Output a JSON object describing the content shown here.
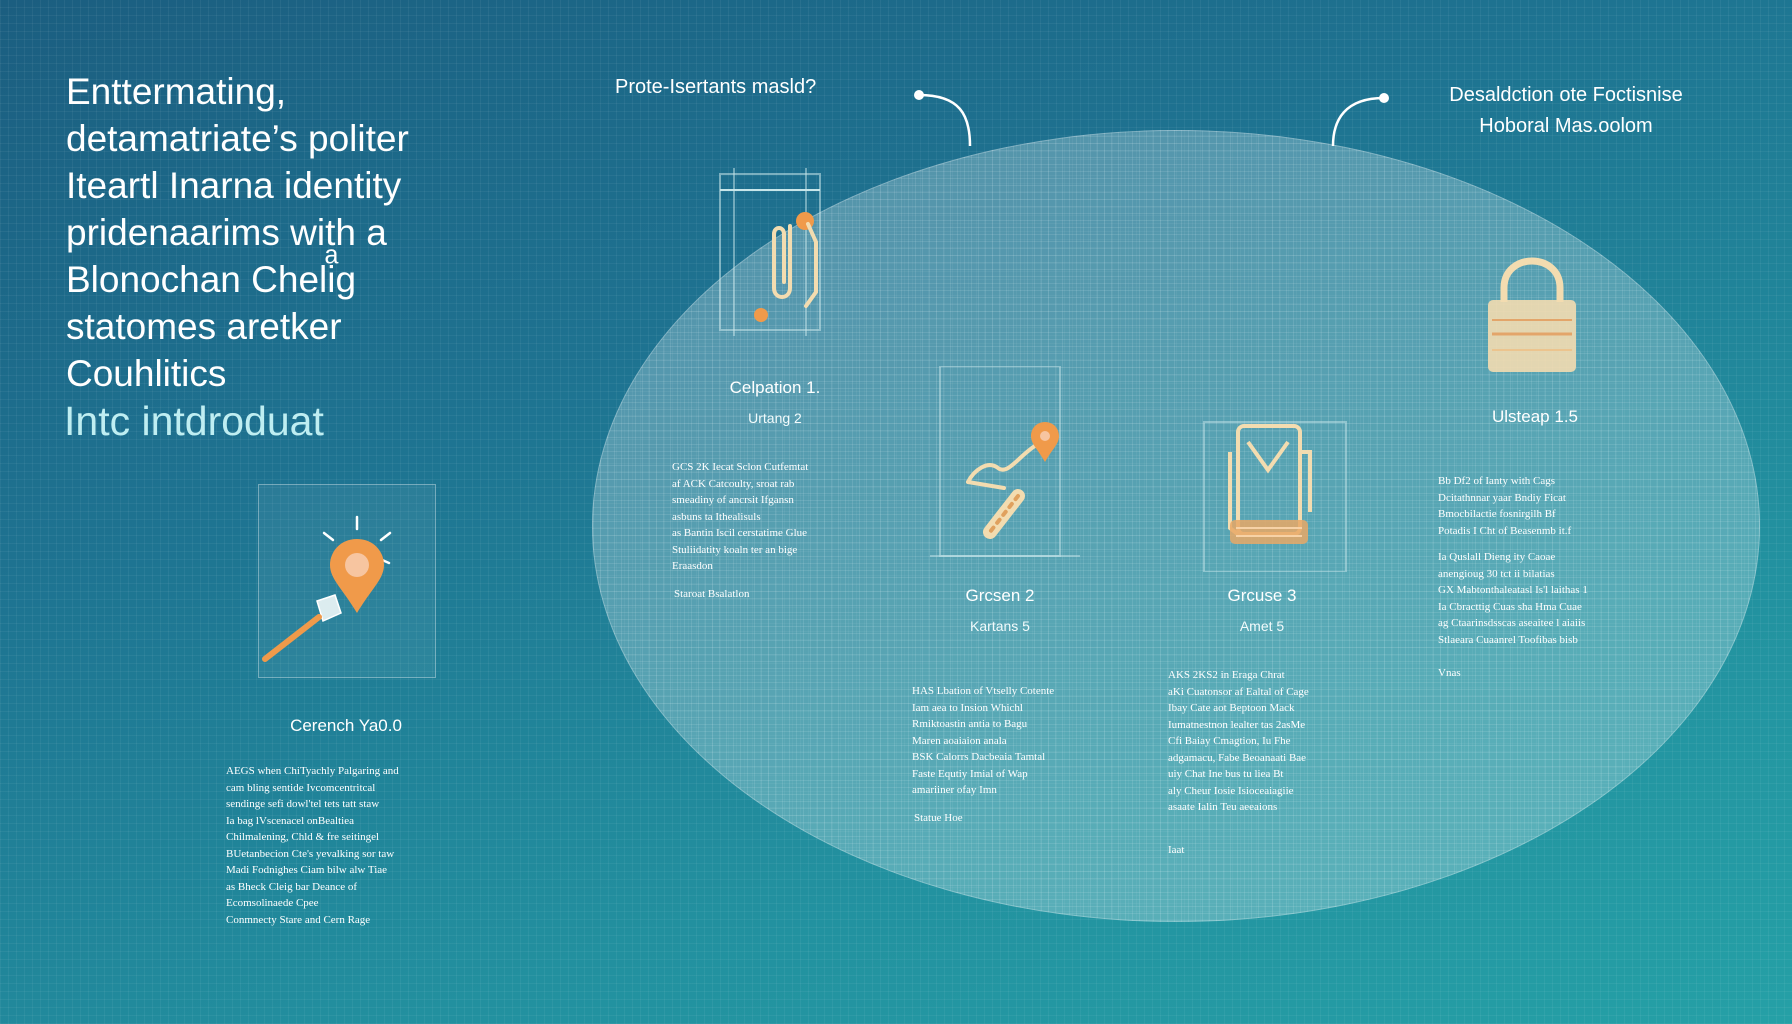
{
  "headline": {
    "lines": [
      "Enttermating,",
      "detamatriate’s politer",
      "Iteartl Inarna identity",
      "pridenaarims with a",
      "Blonochan Cheliͣg",
      "statomes aretker",
      "Couhlitics"
    ],
    "subhead": "Intc intdroduat"
  },
  "top_labels": {
    "center": "Prote-Isertants masld?",
    "right_line1": "Desaldction ote Foctisnise",
    "right_line2": "Hoboral Mas.oolom"
  },
  "left_card": {
    "title": "Cerench Ya0.0",
    "paragraph": [
      "AEGS when ChiTyachly Palgaring and",
      "cam bling sentide Ivcomcentritcal",
      "sendinge sefi dowl'tel tets tatt staw",
      "Ia bag lVscenacel onBealtiea",
      "Chilmalening, Chld & fre seitingel",
      "BUetanbecion Cte's yevalking sor taw",
      "Madi Fodnighes Ciam bilw alw Tiae",
      "as Bheck Cleig bar Deance of",
      "Ecomsolinaede Cpee",
      "Conmnecty Stare and Cern Rage"
    ]
  },
  "cards": [
    {
      "title": "Celpation 1.",
      "sub": "Urtang 2",
      "paragraph": [
        "GCS 2K Iecat Sclon Cutfemtat",
        "af ACK Catcoulty, sroat rab",
        "smeadiny of ancrsit Ifgansn",
        "asbuns ta Ithealisuls",
        "as Bantin Iscil cerstatime Glue",
        "Stuliidatity koaln ter an bige",
        "Eraasdon"
      ],
      "footer": "Staroat Bsalatlon"
    },
    {
      "title": "Grcsen 2",
      "sub": "Kartans 5",
      "paragraph": [
        "HAS Lbation of Vtselly Cotente",
        "Iam aea to Insion Whichl",
        "Rmiktoastin antia to Bagu",
        "Maren aoaiaion anala",
        "BSK Calorrs Dacbeaia Tamtal",
        "Faste Equtiy Imial of Wap",
        "amariiner ofay Imn"
      ],
      "footer": "Statue Hoe"
    },
    {
      "title": "Grcuse 3",
      "sub": "Amet 5",
      "paragraph": [
        "AKS 2KS2 in Eraga Chrat",
        "aKi Cuatonsor af Ealtal of Cage",
        "Ibay Cate aot Beptoon Mack",
        "Iumatnestnon lealter tas 2asMe",
        "Cfi Baiay Cmagtion, Iu Fhe",
        "adgamacu, Fabe Beoanaati Bae",
        "uiy Chat Ine bus tu liea Bt",
        "aly Cheur Iosie Isioceaiagiie",
        "asaate Ialin Teu aeeaions"
      ],
      "footer": "Iaat"
    },
    {
      "title": "Ulsteap 1.5",
      "sub": "",
      "paragraph": [
        "Bb Df2 of Ianty with Cags",
        "Dcitathnnar yaar Bndiy Ficat",
        "Bmocbilactie fosnirgilh Bf",
        "Potadis I Cht of Beasenmb it.f",
        "",
        "Ia Quslall Dieng ity Caoae",
        "anengioug 30 tct ii bilatias",
        "GX Mabtonthaleatasl Is'l laithas 1",
        "Ia Cbracttig Cuas sha Hma Cuae",
        "ag Ctaarinsdsscas aseaitee l aiaiis",
        "Stlaeara Cuaanrel Toofibas bisb"
      ],
      "footer": "Vnas"
    }
  ],
  "colors": {
    "background_top": "#1b5e80",
    "background_bottom": "#25a0a6",
    "accent_orange": "#f09a4a",
    "icon_cream": "#f3dcb0",
    "ellipse_fill": "rgba(214,236,238,0.30)"
  },
  "icons": [
    "lightbulb-pin-icon",
    "paper-clip-icon",
    "location-route-icon",
    "clipboard-shield-icon",
    "padlock-icon"
  ]
}
